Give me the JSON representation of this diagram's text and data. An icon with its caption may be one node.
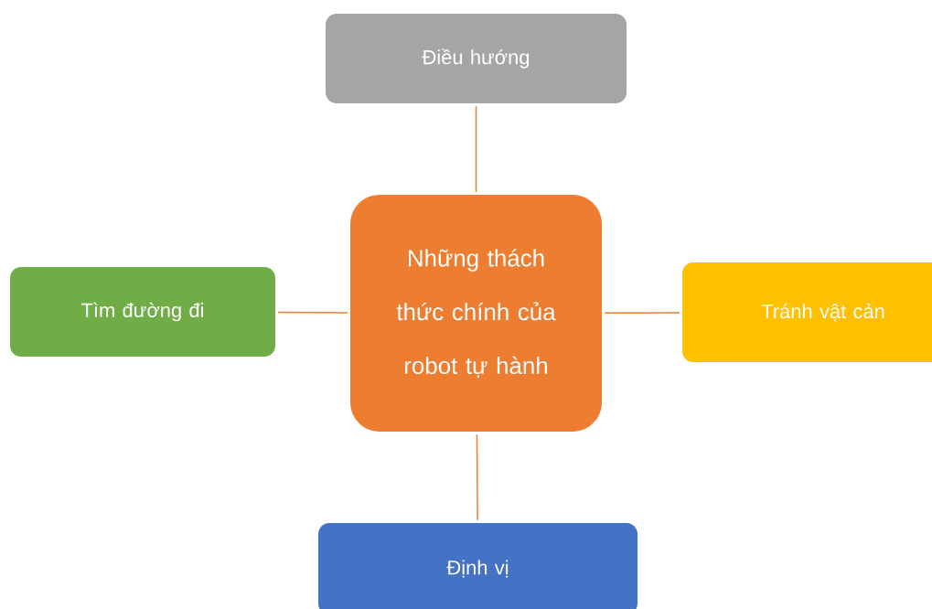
{
  "diagram": {
    "nodes": [
      {
        "text": [
          "Những thách thức chính của robot tự hành"
        ]
      },
      {
        "text": [
          "Điều hướng"
        ]
      },
      {
        "text": [
          "Tìm đường đi"
        ]
      },
      {
        "text": [
          "Tránh vật cản"
        ]
      },
      {
        "text": [
          "Định vị"
        ]
      }
    ],
    "edges": [
      {
        "from": 0,
        "to": 1,
        "arrow": "none"
      },
      {
        "from": 0,
        "to": 2,
        "arrow": "none"
      },
      {
        "from": 0,
        "to": 3,
        "arrow": "none"
      },
      {
        "from": 0,
        "to": 4,
        "arrow": "none"
      }
    ]
  }
}
